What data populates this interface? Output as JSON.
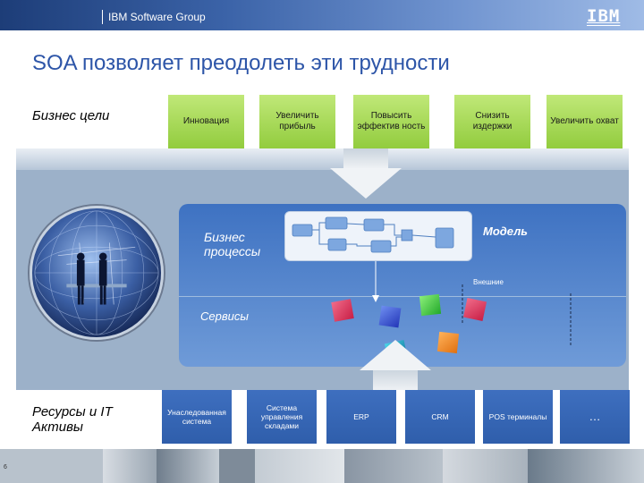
{
  "header": {
    "group": "IBM Software Group",
    "logo": "IBM"
  },
  "title": "SOA позволяет преодолеть эти трудности",
  "business_goals_label": "Бизнес цели",
  "goals": [
    "Инновация",
    "Увеличить прибыль",
    "Повысить эффектив ность",
    "Снизить издержки",
    "Увеличить охват"
  ],
  "diagram": {
    "business_processes": "Бизнес процессы",
    "model": "Модель",
    "external": "Внешние",
    "services": "Сервисы"
  },
  "resources_label": "Ресурсы и IT Активы",
  "resources": [
    "Унаследованная система",
    "Система управления складами",
    "ERP",
    "CRM",
    "POS терминалы",
    "…"
  ],
  "colors": {
    "accent": "#2d55a8",
    "goal_green": "#a8dc5a",
    "panel_blue": "#4a7fcb"
  },
  "footer": {
    "page_number": "6"
  }
}
